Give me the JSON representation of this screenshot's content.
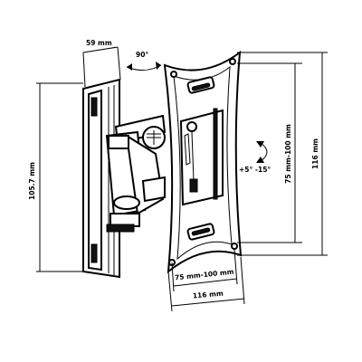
{
  "dimensions": {
    "top_depth": "59 mm",
    "rotation": "90°",
    "left_height": "105.7 mm",
    "tilt": "+5° -15°",
    "vesa_vertical": "75 mm-100 mm",
    "plate_height": "116 mm",
    "vesa_horizontal": "75 mm-100 mm",
    "plate_width": "116 mm"
  },
  "colors": {
    "line": "#000000",
    "background": "#ffffff"
  }
}
